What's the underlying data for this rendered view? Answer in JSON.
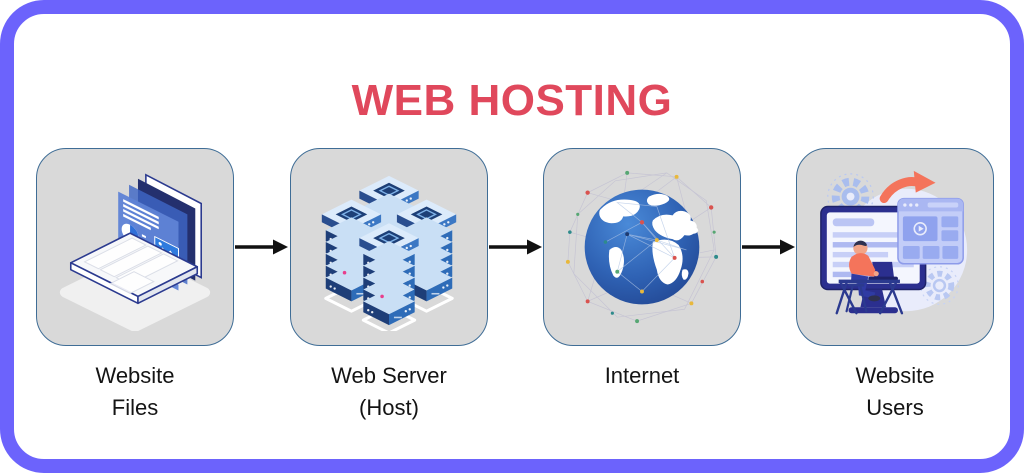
{
  "title": "WEB HOSTING",
  "colors": {
    "frame_border": "#6C63FC",
    "title_text": "#E0485C",
    "box_fill": "#D9D9D9",
    "box_border": "#3F6D96",
    "arrow": "#111111",
    "label_text": "#141414"
  },
  "steps": [
    {
      "id": "website-files",
      "label_line1": "Website",
      "label_line2": "Files",
      "icon": "website-files-icon"
    },
    {
      "id": "web-server",
      "label_line1": "Web Server",
      "label_line2": "(Host)",
      "icon": "web-server-icon"
    },
    {
      "id": "internet",
      "label_line1": "Internet",
      "label_line2": "",
      "icon": "internet-globe-icon"
    },
    {
      "id": "website-users",
      "label_line1": "Website",
      "label_line2": "Users",
      "icon": "website-users-icon"
    }
  ],
  "flow": {
    "arrow_count": "3",
    "direction": "left-to-right"
  }
}
